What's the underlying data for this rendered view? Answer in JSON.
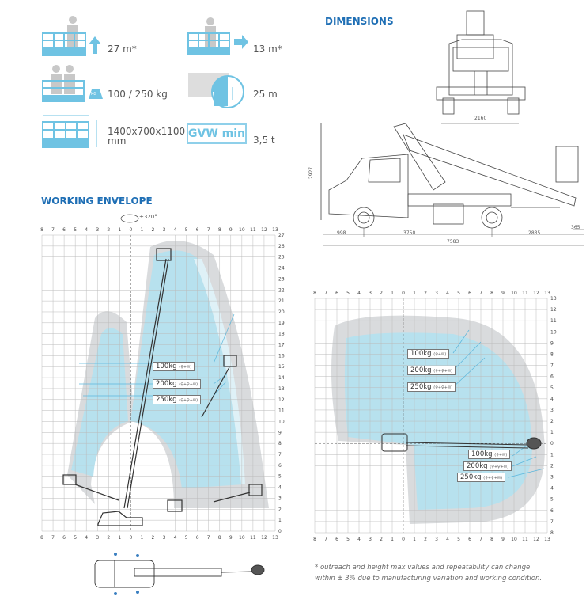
{
  "specs": {
    "working_height": "27 m*",
    "outreach": "13 m*",
    "capacity": "100 / 250 kg",
    "rotation_height": "25 m",
    "basket_size_line1": "1400x700x1100",
    "basket_size_line2": "mm",
    "gvw_label": "GVW min",
    "gvw_value": "3,5 t",
    "kg_badge": "KG"
  },
  "dimensions": {
    "title": "DIMENSIONS",
    "width": "2160",
    "height": "2927",
    "front_overhang": "998",
    "wheelbase": "3750",
    "rear_overhang": "2835",
    "basket_overhang": "365",
    "total_length": "7583"
  },
  "working_envelope": {
    "title": "WORKING ENVELOPE",
    "rotation": "±320°",
    "x_min": -8,
    "x_max": 13,
    "y_min": 0,
    "y_max": 27,
    "loads": [
      {
        "label": "100kg",
        "tag": "(♀+✉)"
      },
      {
        "label": "200kg",
        "tag": "(♀+♀+✉)"
      },
      {
        "label": "250kg",
        "tag": "(♀+♀+✉)"
      }
    ]
  },
  "top_envelope": {
    "x_min": -8,
    "x_max": 13,
    "y_min": -8,
    "y_max": 13,
    "loads_top": [
      {
        "label": "100kg",
        "tag": "(♀+✉)"
      },
      {
        "label": "200kg",
        "tag": "(♀+♀+✉)"
      },
      {
        "label": "250kg",
        "tag": "(♀+♀+✉)"
      }
    ],
    "loads_bottom": [
      {
        "label": "100kg",
        "tag": "(♀+✉)"
      },
      {
        "label": "200kg",
        "tag": "(♀+♀+✉)"
      },
      {
        "label": "250kg",
        "tag": "(♀+♀+✉)"
      }
    ]
  },
  "footnote": {
    "line1": "* outreach and height max values and repeatability can change",
    "line2": "within ± 3% due to manufacturing variation and working condition."
  },
  "colors": {
    "accent": "#1f6fb5",
    "icon": "#6fc3e3",
    "envelope_blue": "#b7e1ee",
    "envelope_grey": "#d9dbdd"
  }
}
